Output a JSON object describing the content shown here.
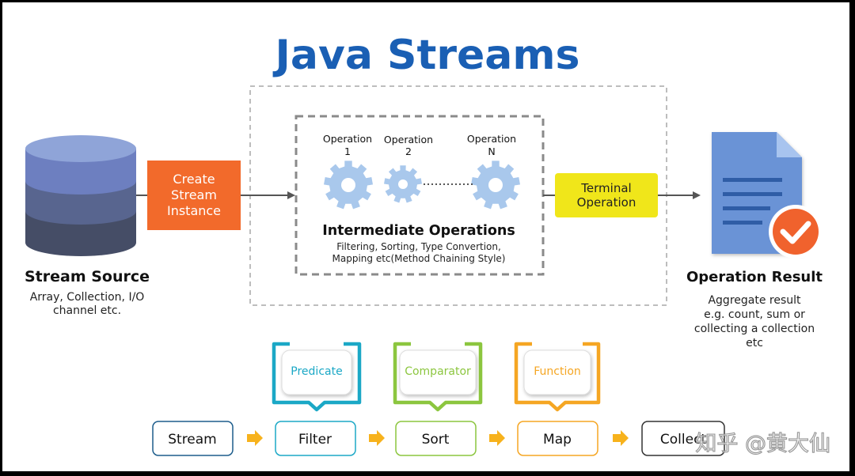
{
  "title": "Java Streams",
  "source": {
    "heading": "Stream Source",
    "desc_line1": "Array, Collection, I/O",
    "desc_line2": "channel etc."
  },
  "create": {
    "line1": "Create",
    "line2": "Stream",
    "line3": "Instance"
  },
  "operations": [
    {
      "line1": "Operation",
      "line2": "1"
    },
    {
      "line1": "Operation",
      "line2": "2"
    },
    {
      "line1": "Operation",
      "line2": "N"
    }
  ],
  "intermediate": {
    "heading": "Intermediate Operations",
    "desc_line1": "Filtering, Sorting, Type Convertion,",
    "desc_line2": "Mapping etc(Method Chaining Style)"
  },
  "terminal": {
    "line1": "Terminal",
    "line2": "Operation"
  },
  "result": {
    "heading": "Operation Result",
    "desc_line1": "Aggregate result",
    "desc_line2": "e.g. count, sum or",
    "desc_line3": "collecting a collection",
    "desc_line4": "etc"
  },
  "callouts": [
    {
      "label": "Predicate",
      "color": "#1ba8c6"
    },
    {
      "label": "Comparator",
      "color": "#8cc63f"
    },
    {
      "label": "Function",
      "color": "#f5a623"
    }
  ],
  "pipeline": [
    {
      "label": "Stream"
    },
    {
      "label": "Filter"
    },
    {
      "label": "Sort"
    },
    {
      "label": "Map"
    },
    {
      "label": "Collect"
    }
  ],
  "watermark": "知乎 @黄大仙",
  "colors": {
    "title": "#1a5fb4",
    "create_box": "#f26a2b",
    "terminal_box": "#f0e61a",
    "gear": "#a9c8ec",
    "db_top": "#8fa4d8",
    "db_band1": "#6d7fc0",
    "db_band2": "#58658f",
    "db_band3": "#454d66",
    "doc": "#6b93d6",
    "check": "#f0622d",
    "arrow_gray": "#555555",
    "arrow_yellow": "#f7b21c",
    "pill_border": "#1d5d8c"
  }
}
